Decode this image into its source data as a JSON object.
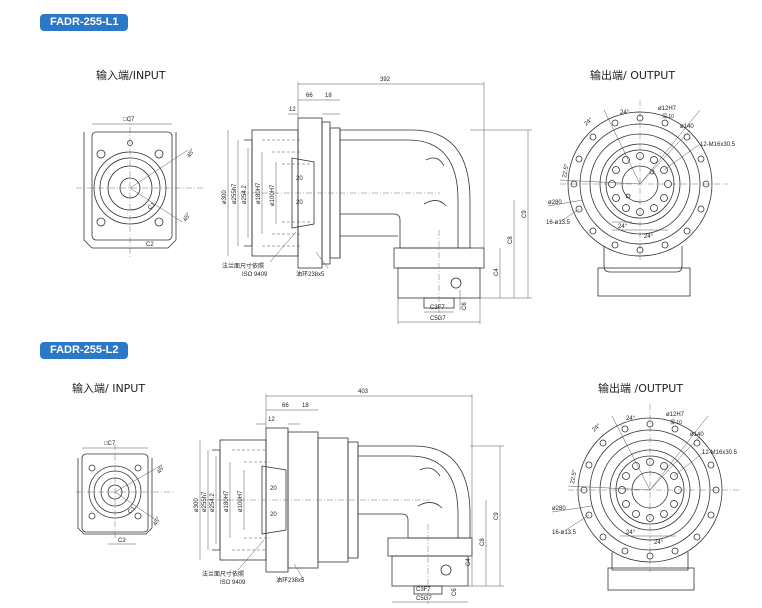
{
  "sections": [
    {
      "model": "FADR-255-L1",
      "input_label": "输入端/INPUT",
      "output_label": "输出端/ OUTPUT",
      "input_dims": {
        "square": "□C7",
        "c2": "C2",
        "c1": "C1",
        "angle": "45°"
      },
      "side_dims": {
        "length": "392",
        "d66": "66",
        "d18": "18",
        "d12": "12",
        "d20a": "20",
        "d20b": "20",
        "d300": "ø300",
        "d255": "ø255h7",
        "d254": "ø254.2",
        "d180": "ø180H7",
        "d100": "ø100H7",
        "c9": "C9",
        "c8": "C8",
        "c4": "C4",
        "c3": "C3F7",
        "c5": "C5G7",
        "c6": "C6",
        "note1": "法兰面尺寸依照",
        "note2": "ISO 9409",
        "oring": "油环238x5"
      },
      "output_dims": {
        "a24_top": "24°",
        "a24_left": "24°",
        "d12h7": "ø12H7",
        "depth": "深 10",
        "d140": "ø140",
        "thread": "12-M16x30.5",
        "a22_5": "22.5°",
        "d280": "ø280",
        "holes": "16-ø13.5",
        "a24_b1": "24°",
        "a24_b2": "24°"
      }
    },
    {
      "model": "FADR-255-L2",
      "input_label": "输入端/ INPUT",
      "output_label": "输出端 /OUTPUT",
      "input_dims": {
        "square": "□C7",
        "c2": "C2",
        "c1": "C1",
        "angle": "45°"
      },
      "side_dims": {
        "length": "403",
        "d66": "66",
        "d18": "18",
        "d12": "12",
        "d20a": "20",
        "d20b": "20",
        "d300": "ø300",
        "d255": "ø255h7",
        "d254": "ø254.2",
        "d180": "ø180H7",
        "d100": "ø100H7",
        "c9": "C9",
        "c8": "C8",
        "c4": "C4",
        "c3": "C3F7",
        "c5": "C5G7",
        "c6": "C6",
        "note1": "法兰面尺寸依照",
        "note2": "ISO 9409",
        "oring": "油环238x5"
      },
      "output_dims": {
        "a24_top": "24°",
        "a24_left": "24°",
        "d12h7": "ø12H7",
        "depth": "深 10",
        "d140": "ø140",
        "thread": "12-M16x30.5",
        "a22_5": "22.5°",
        "d280": "ø280",
        "holes": "16-ø13.5",
        "a24_b1": "24°",
        "a24_b2": "24°"
      }
    }
  ]
}
